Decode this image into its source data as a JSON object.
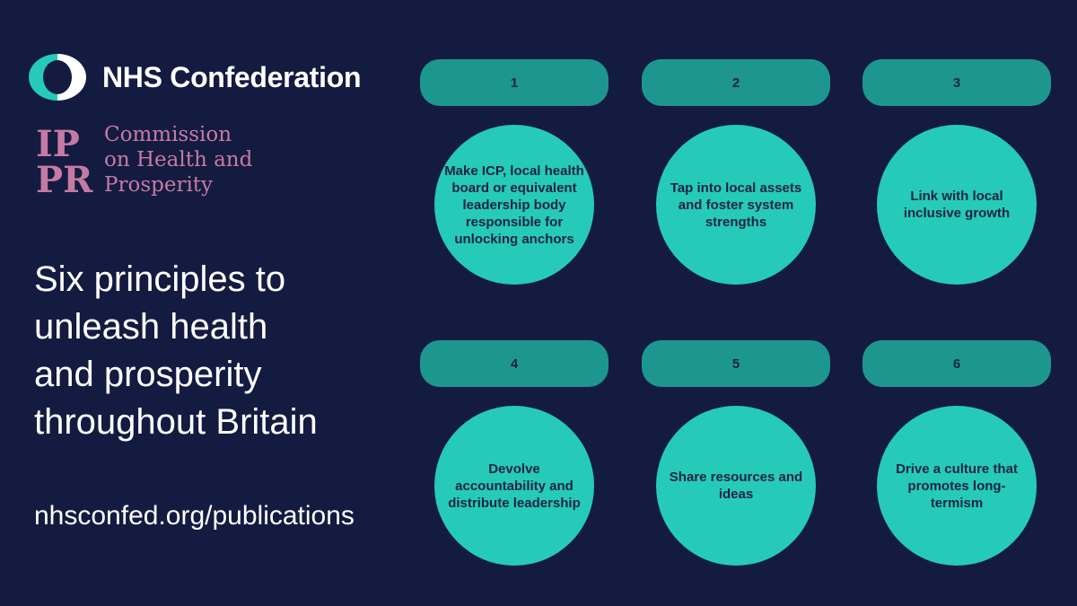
{
  "brand": {
    "nhs_name": "NHS Confederation",
    "ippr_mark": "IPPR",
    "commission_lines": [
      "Commission",
      "on Health and",
      "Prosperity"
    ]
  },
  "headline_lines": [
    "Six principles to",
    "unleash health",
    "and prosperity",
    "throughout Britain"
  ],
  "url": "nhsconfed.org/publications",
  "principles": [
    {
      "number": "1",
      "text": "Make ICP, local health board or equivalent leadership body responsible for unlocking anchors"
    },
    {
      "number": "2",
      "text": "Tap into local assets and foster system strengths"
    },
    {
      "number": "3",
      "text": "Link with local inclusive growth"
    },
    {
      "number": "4",
      "text": "Devolve accountability and distribute leadership"
    },
    {
      "number": "5",
      "text": "Share resources and ideas"
    },
    {
      "number": "6",
      "text": "Drive a culture that promotes long-termism"
    }
  ],
  "colors": {
    "background": "#141b41",
    "pill": "#1e9690",
    "circle": "#25cbb8",
    "ippr_pink": "#c57aa3",
    "text_dark": "#1a2240"
  },
  "icons": {
    "nhs_logo": "nhs-confederation-logo-icon",
    "ippr_logo": "ippr-monogram-icon"
  }
}
